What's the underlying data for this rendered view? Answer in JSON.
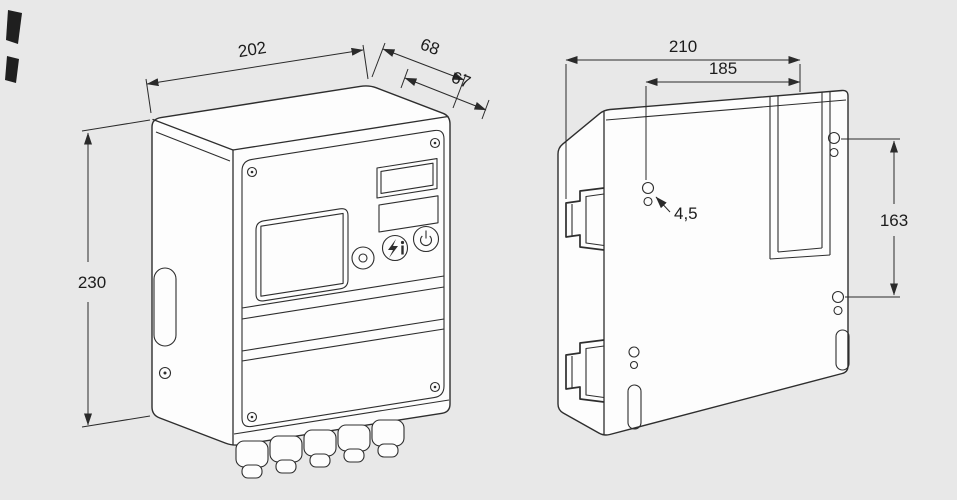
{
  "page": {
    "background_color": "#e8e8e8",
    "line_color": "#2e2e2e",
    "face_color": "#fdfdfd"
  },
  "front_view": {
    "dimensions": {
      "width_mm": "202",
      "depth_upper_mm": "68",
      "depth_lower_mm": "67",
      "height_mm": "230"
    },
    "panel_icons": [
      "selector-button",
      "reset-info-button",
      "power-button"
    ],
    "cable_glands_count": 5
  },
  "rear_view": {
    "dimensions": {
      "overall_width_mm": "210",
      "mounting_width_mm": "185",
      "mounting_hole_diameter_mm": "4,5",
      "mounting_hole_spacing_mm": "163"
    },
    "feature_icons": [
      "mounting-hook-icon",
      "mounting-hole-icon",
      "cable-channel-icon"
    ]
  }
}
